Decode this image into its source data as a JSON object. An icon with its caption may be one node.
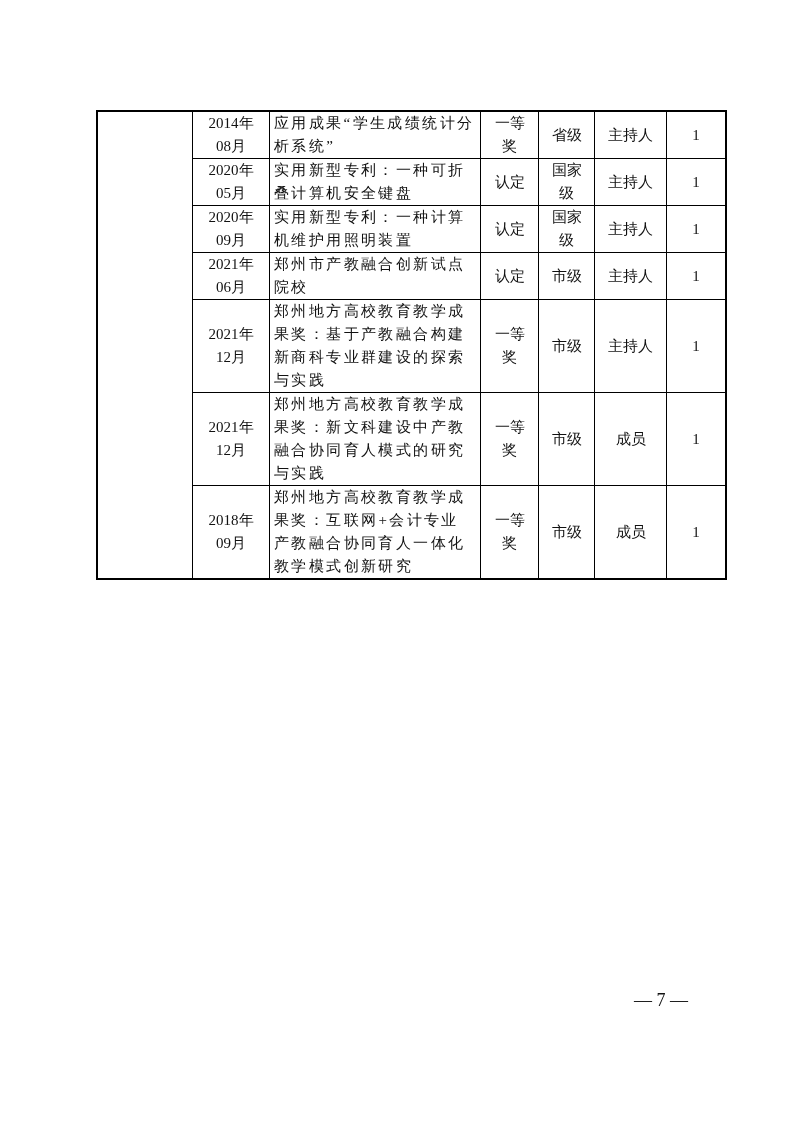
{
  "diagram": {
    "labels": [
      "2014年08月",
      "应用成果“学生成绩统计分析系统”",
      "一等奖",
      "省级",
      "主持人",
      "1",
      "2020年05月",
      "实用新型专利：一种可折叠计算机安全键盘",
      "认定",
      "国家级",
      "主持人",
      "1",
      "2020年09月",
      "实用新型专利：一种计算机维护用照明装置",
      "认定",
      "国家级",
      "主持人",
      "1",
      "2021年06月",
      "郑州市产教融合创新试点院校",
      "认定",
      "市级",
      "主持人",
      "1",
      "2021年12月",
      "郑州地方高校教育教学成果奖：基于产教融合构建新商科专业群建设的探索与实践",
      "一等奖",
      "市级",
      "主持人",
      "1",
      "2021年12月",
      "郑州地方高校教育教学成果奖：新文科建设中产教融合协同育人模式的研究与实践",
      "一等奖",
      "市级",
      "成员",
      "1",
      "2018年09月",
      "郑州地方高校教育教学成果奖：互联网+会计专业产教融合协同育人一体化教学模式创新研究",
      "一等奖",
      "市级",
      "成员",
      "1",
      "— 7 —"
    ]
  }
}
